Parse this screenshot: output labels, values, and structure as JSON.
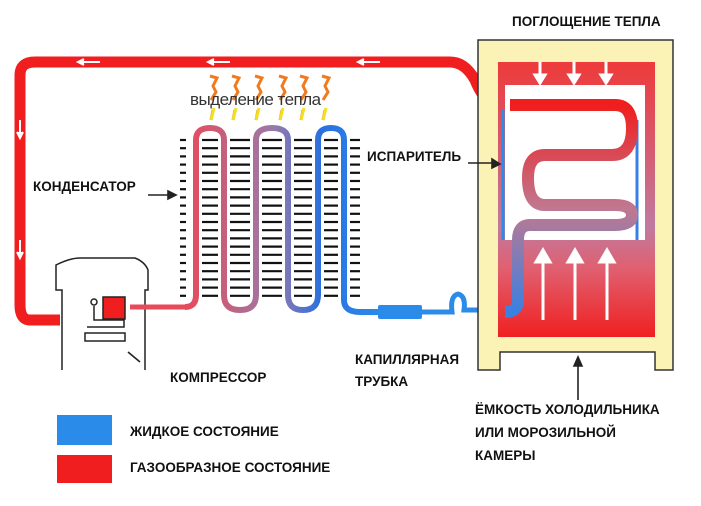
{
  "labels": {
    "heat_release": "выделение тепла",
    "heat_absorption": "ПОГЛОЩЕНИЕ ТЕПЛА",
    "evaporator": "ИСПАРИТЕЛЬ",
    "condenser": "КОНДЕНСАТОР",
    "compressor": "КОМПРЕССОР",
    "capillary_line1": "КАПИЛЛЯРНАЯ",
    "capillary_line2": "ТРУБКА",
    "cabinet_line1": "ЁМКОСТЬ ХОЛОДИЛЬНИКА",
    "cabinet_line2": "ИЛИ МОРОЗИЛЬНОЙ",
    "cabinet_line3": "КАМЕРЫ"
  },
  "legend": [
    {
      "label": "ЖИДКОЕ СОСТОЯНИЕ",
      "color": "#2a8be8"
    },
    {
      "label": "ГАЗООБРАЗНОЕ СОСТОЯНИЕ",
      "color": "#f01e1e"
    }
  ],
  "colors": {
    "gas": "#f01e1e",
    "liquid": "#2a8be8",
    "cabinet": "#fbf3b6",
    "mixed": "#b07090"
  }
}
